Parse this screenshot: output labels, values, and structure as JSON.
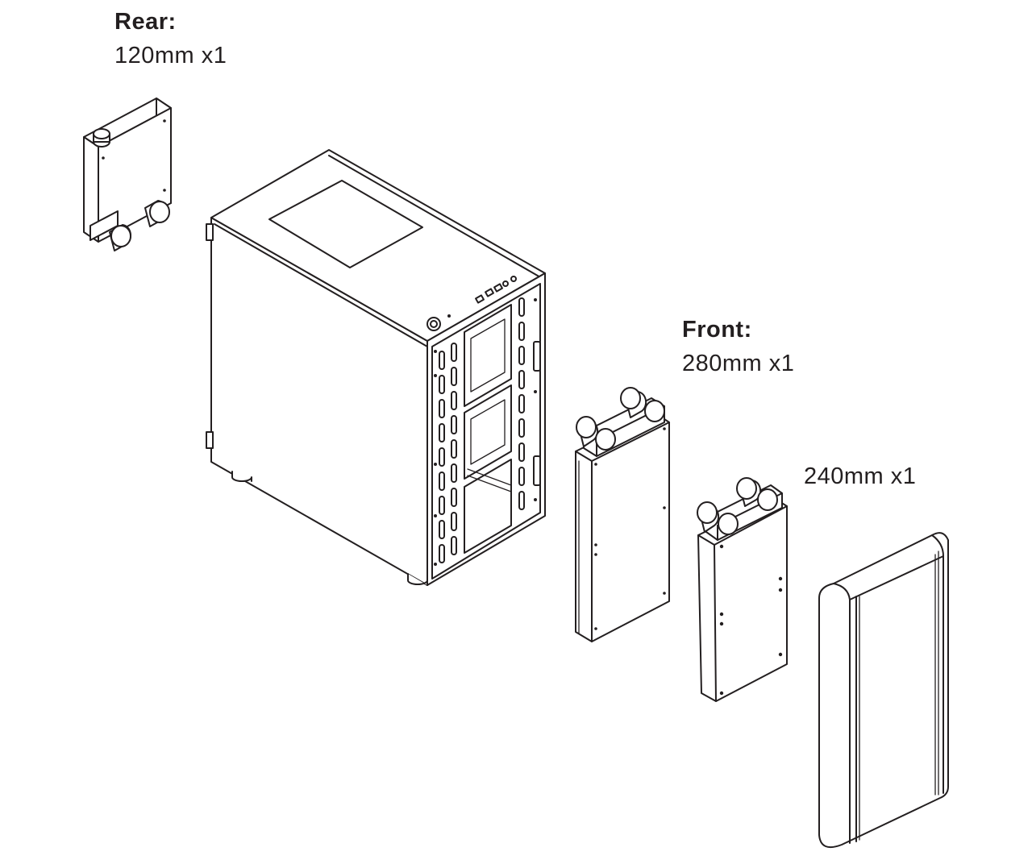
{
  "labels": {
    "rear": {
      "heading": "Rear:",
      "size": "120mm x1"
    },
    "front": {
      "heading": "Front:",
      "size": "280mm x1"
    },
    "front_alt": {
      "size": "240mm x1"
    }
  },
  "colors": {
    "line": "#231f20",
    "background": "#ffffff"
  },
  "icons": [
    "radiator-120mm",
    "pc-case",
    "radiator-280mm",
    "radiator-240mm",
    "front-panel"
  ]
}
